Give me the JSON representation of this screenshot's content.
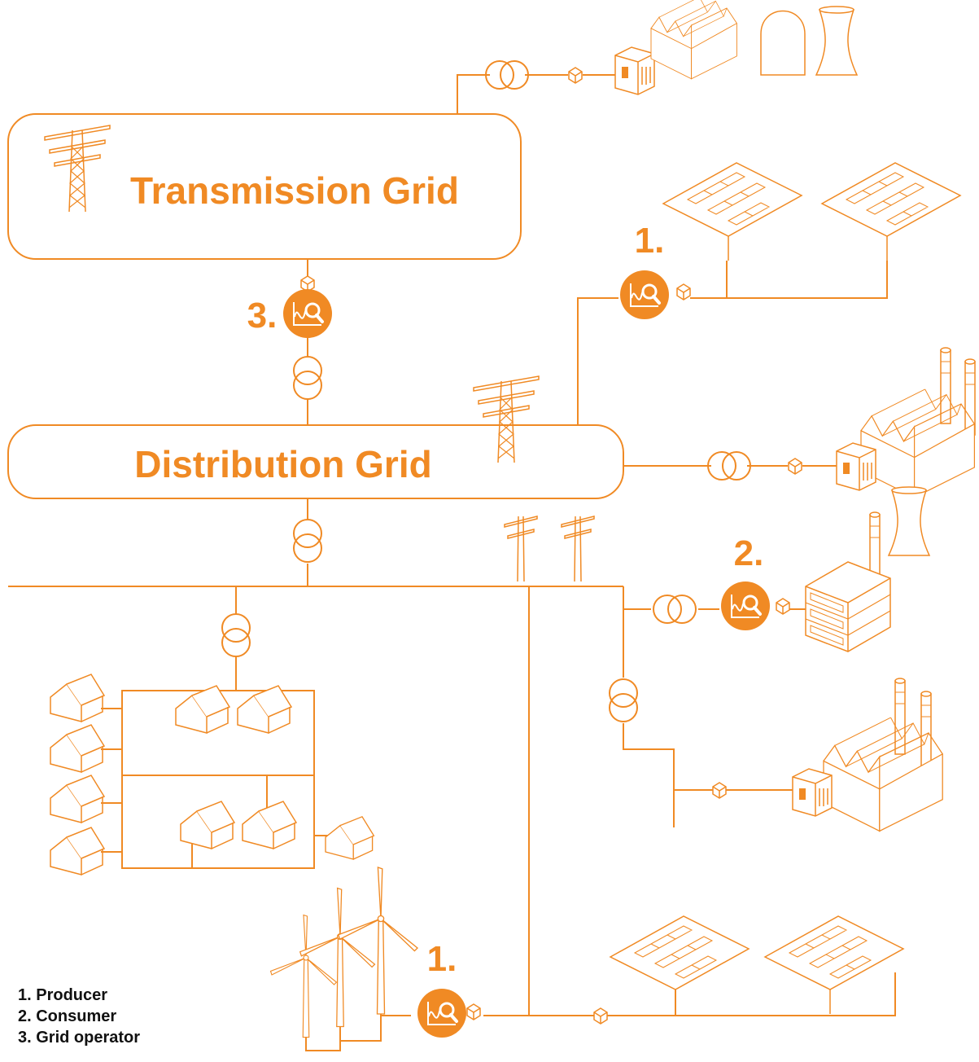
{
  "colors": {
    "accent": "#F08A24",
    "background": "#FFFFFF",
    "text": "#111111"
  },
  "grids": {
    "transmission": "Transmission Grid",
    "distribution": "Distribution Grid"
  },
  "markers": [
    {
      "label": "1.",
      "role": "producer",
      "where": "solar"
    },
    {
      "label": "3.",
      "role": "grid-operator",
      "where": "transmission"
    },
    {
      "label": "2.",
      "role": "consumer",
      "where": "industry"
    },
    {
      "label": "1.",
      "role": "producer",
      "where": "wind"
    }
  ],
  "icons": [
    "analyzer-icon",
    "meter-icon",
    "transformer-icon",
    "pylon-icon",
    "house-icon",
    "factory-icon",
    "solar-panel-icon",
    "wind-turbine-icon",
    "cooling-tower-icon"
  ],
  "legend": [
    "1. Producer",
    "2. Consumer",
    "3. Grid operator"
  ]
}
